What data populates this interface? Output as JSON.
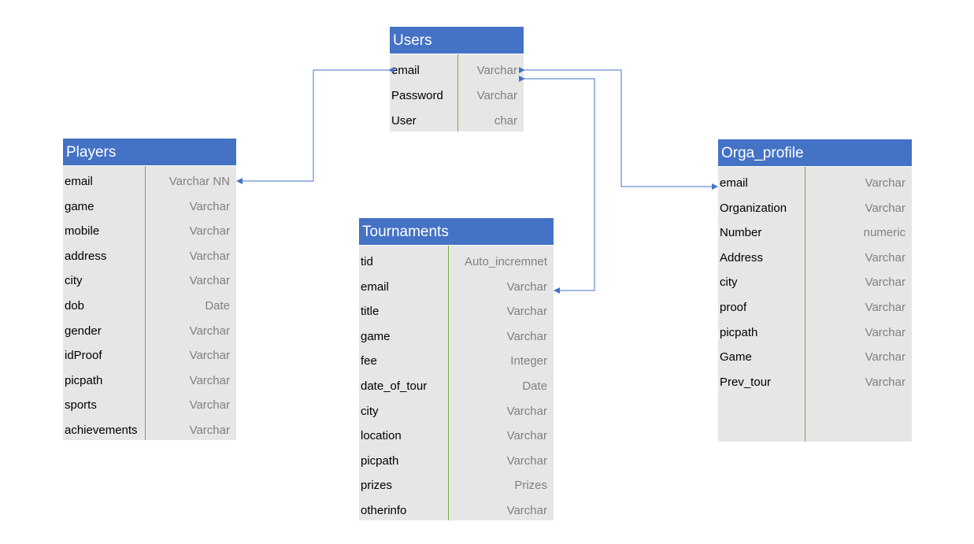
{
  "users": {
    "title": "Users",
    "fields": [
      {
        "name": "email",
        "type": "Varchar"
      },
      {
        "name": "Password",
        "type": "Varchar"
      },
      {
        "name": "User",
        "type": "char"
      }
    ]
  },
  "players": {
    "title": "Players",
    "fields": [
      {
        "name": "email",
        "type": "Varchar NN"
      },
      {
        "name": "game",
        "type": "Varchar"
      },
      {
        "name": "mobile",
        "type": "Varchar"
      },
      {
        "name": "address",
        "type": "Varchar"
      },
      {
        "name": "city",
        "type": "Varchar"
      },
      {
        "name": "dob",
        "type": "Date"
      },
      {
        "name": "gender",
        "type": "Varchar"
      },
      {
        "name": "idProof",
        "type": "Varchar"
      },
      {
        "name": "picpath",
        "type": "Varchar"
      },
      {
        "name": "sports",
        "type": "Varchar"
      },
      {
        "name": "achievements",
        "type": "Varchar"
      }
    ]
  },
  "tournaments": {
    "title": "Tournaments",
    "fields": [
      {
        "name": "tid",
        "type": "Auto_incremnet"
      },
      {
        "name": "email",
        "type": "Varchar"
      },
      {
        "name": "title",
        "type": "Varchar"
      },
      {
        "name": "game",
        "type": "Varchar"
      },
      {
        "name": "fee",
        "type": "Integer"
      },
      {
        "name": "date_of_tour",
        "type": "Date"
      },
      {
        "name": "city",
        "type": "Varchar"
      },
      {
        "name": "location",
        "type": "Varchar"
      },
      {
        "name": "picpath",
        "type": "Varchar"
      },
      {
        "name": "prizes",
        "type": "Prizes"
      },
      {
        "name": "otherinfo",
        "type": "Varchar"
      }
    ]
  },
  "orga_profile": {
    "title": "Orga_profile",
    "fields": [
      {
        "name": "email",
        "type": "Varchar"
      },
      {
        "name": "Organization",
        "type": "Varchar"
      },
      {
        "name": "Number",
        "type": "numeric"
      },
      {
        "name": "Address",
        "type": "Varchar"
      },
      {
        "name": "city",
        "type": "Varchar"
      },
      {
        "name": "proof",
        "type": "Varchar"
      },
      {
        "name": "picpath",
        "type": "Varchar"
      },
      {
        "name": "Game",
        "type": "Varchar"
      },
      {
        "name": "Prev_tour",
        "type": "Varchar"
      }
    ]
  },
  "colors": {
    "header": "#4472c4",
    "body": "#e7e6e6",
    "divider": "#70ad47",
    "connector": "#4472c4"
  }
}
